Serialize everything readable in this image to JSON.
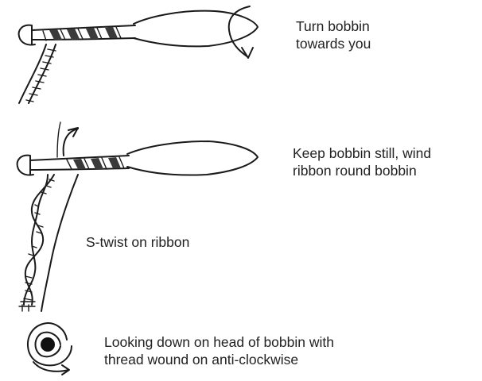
{
  "captions": {
    "turn_bobbin_line1": "Turn bobbin",
    "turn_bobbin_line2": "towards you",
    "keep_still_line1": "Keep bobbin still, wind",
    "keep_still_line2": "ribbon round bobbin",
    "s_twist": "S-twist on ribbon",
    "looking_down_line1": "Looking down on head of bobbin  with",
    "looking_down_line2": "thread wound on anti-clockwise"
  }
}
